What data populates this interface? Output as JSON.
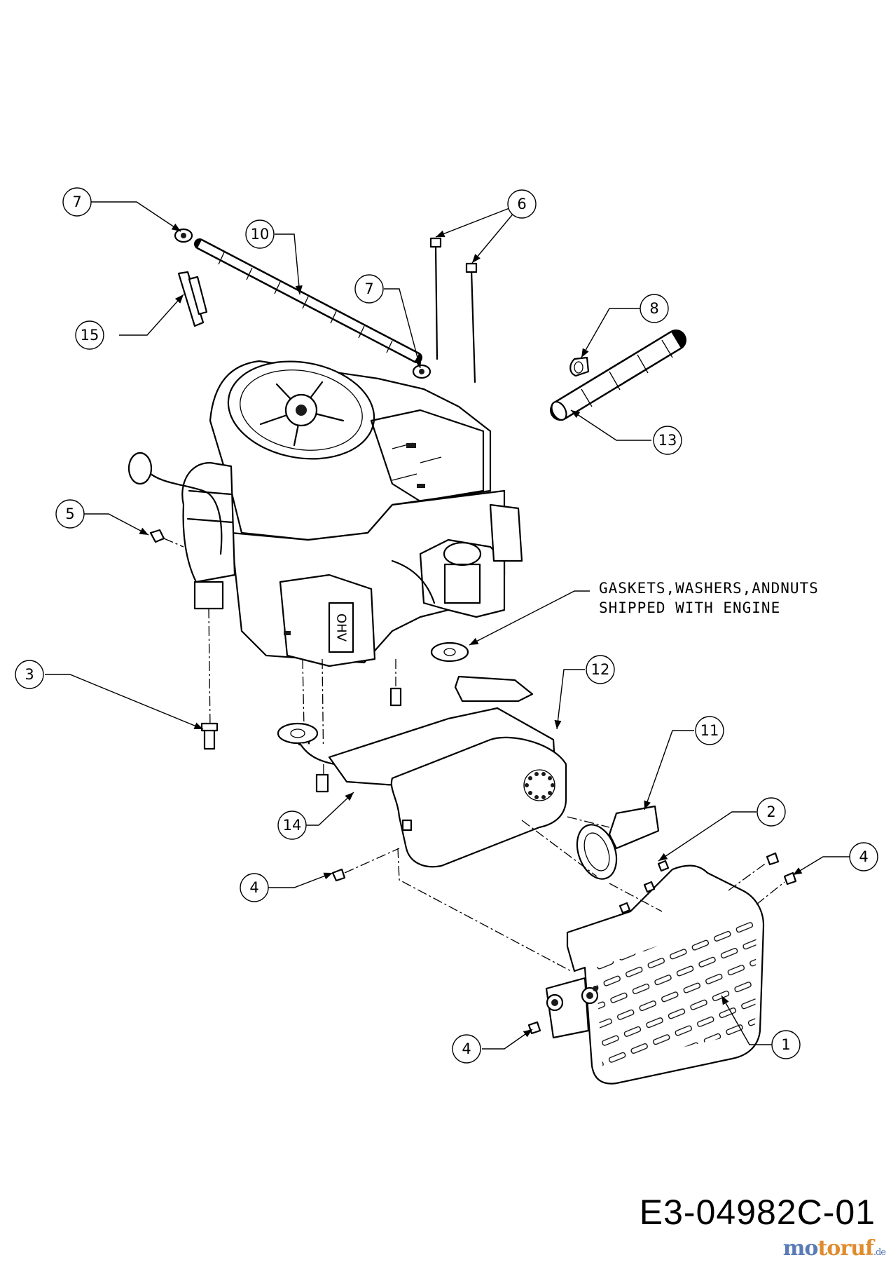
{
  "callouts": [
    {
      "label": "7"
    },
    {
      "label": "10"
    },
    {
      "label": "15"
    },
    {
      "label": "7"
    },
    {
      "label": "6"
    },
    {
      "label": "8"
    },
    {
      "label": "13"
    },
    {
      "label": "5"
    },
    {
      "label": "3"
    },
    {
      "label": "12"
    },
    {
      "label": "11"
    },
    {
      "label": "2"
    },
    {
      "label": "4"
    },
    {
      "label": "14"
    },
    {
      "label": "4"
    },
    {
      "label": "1"
    },
    {
      "label": "4"
    }
  ],
  "note": {
    "line1": "GASKETS,WASHERS,ANDNUTS",
    "line2": "SHIPPED WITH ENGINE"
  },
  "engine_text": {
    "ohv": "OHV"
  },
  "drawing_id": "E3-04982C-01",
  "watermark": {
    "part1": "mo",
    "part2": "toruf",
    "suffix": ".de"
  }
}
